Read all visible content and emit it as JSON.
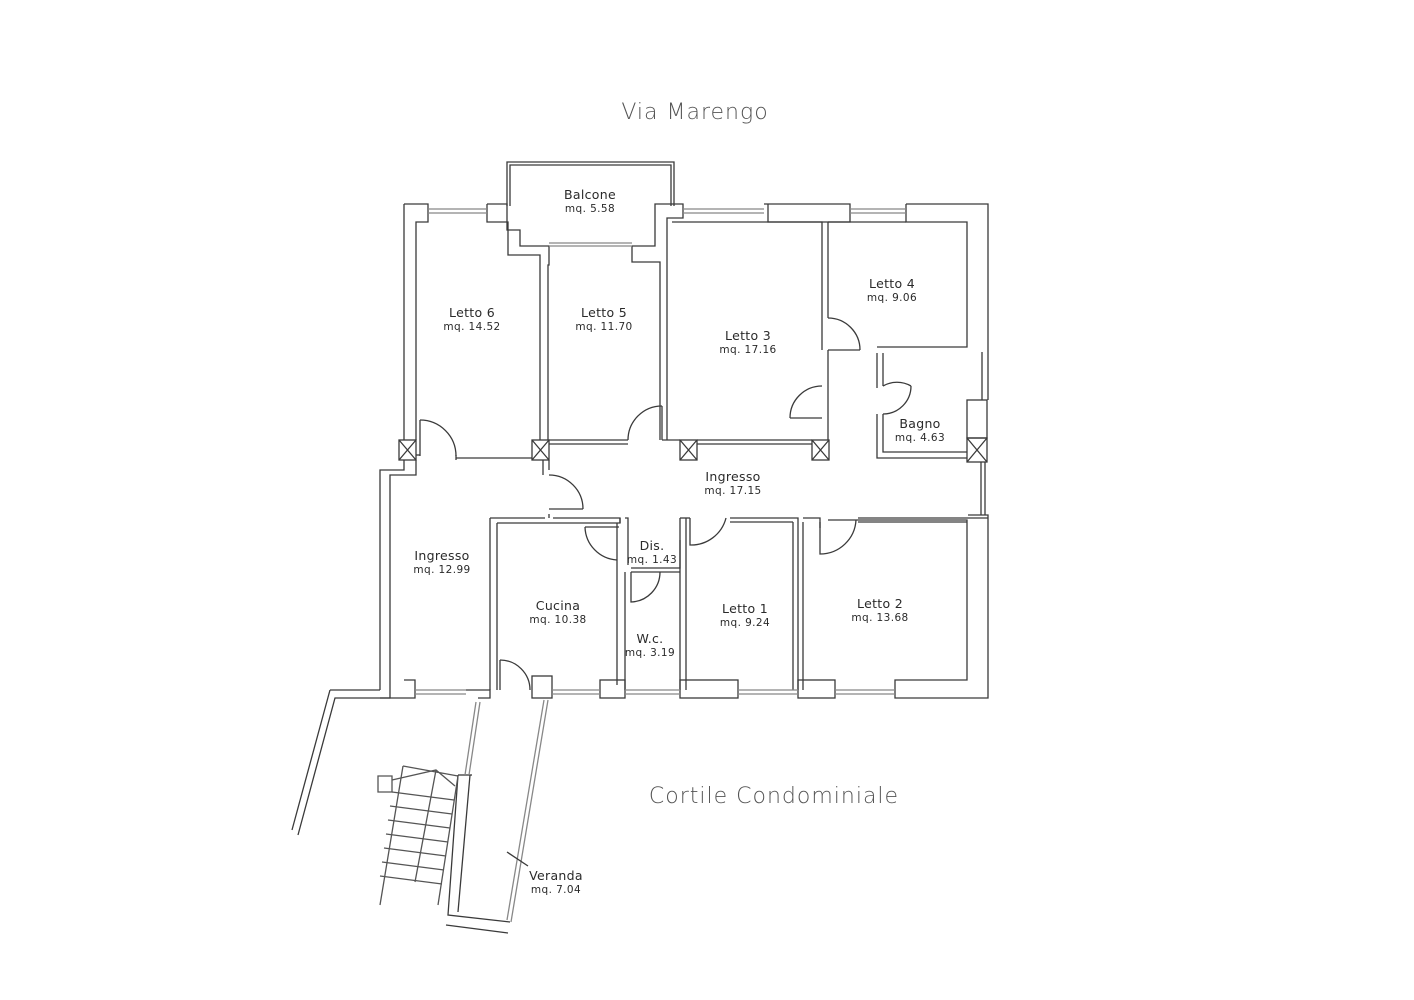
{
  "street_top": "Via Marengo",
  "street_bottom": "Cortile Condominiale",
  "rooms": [
    {
      "name": "Balcone",
      "area": "mq. 5.58"
    },
    {
      "name": "Letto 6",
      "area": "mq. 14.52"
    },
    {
      "name": "Letto 5",
      "area": "mq. 11.70"
    },
    {
      "name": "Letto 3",
      "area": "mq. 17.16"
    },
    {
      "name": "Letto 4",
      "area": "mq. 9.06"
    },
    {
      "name": "Bagno",
      "area": "mq. 4.63"
    },
    {
      "name": "Ingresso",
      "area": "mq. 17.15"
    },
    {
      "name": "Ingresso",
      "area": "mq. 12.99"
    },
    {
      "name": "Dis.",
      "area": "mq. 1.43"
    },
    {
      "name": "Cucina",
      "area": "mq. 10.38"
    },
    {
      "name": "W.c.",
      "area": "mq. 3.19"
    },
    {
      "name": "Letto 1",
      "area": "mq. 9.24"
    },
    {
      "name": "Letto 2",
      "area": "mq. 13.68"
    },
    {
      "name": "Veranda",
      "area": "mq. 7.04"
    }
  ],
  "colors": {
    "line": "#3a3a3a",
    "window": "#888888",
    "background": "#ffffff"
  }
}
